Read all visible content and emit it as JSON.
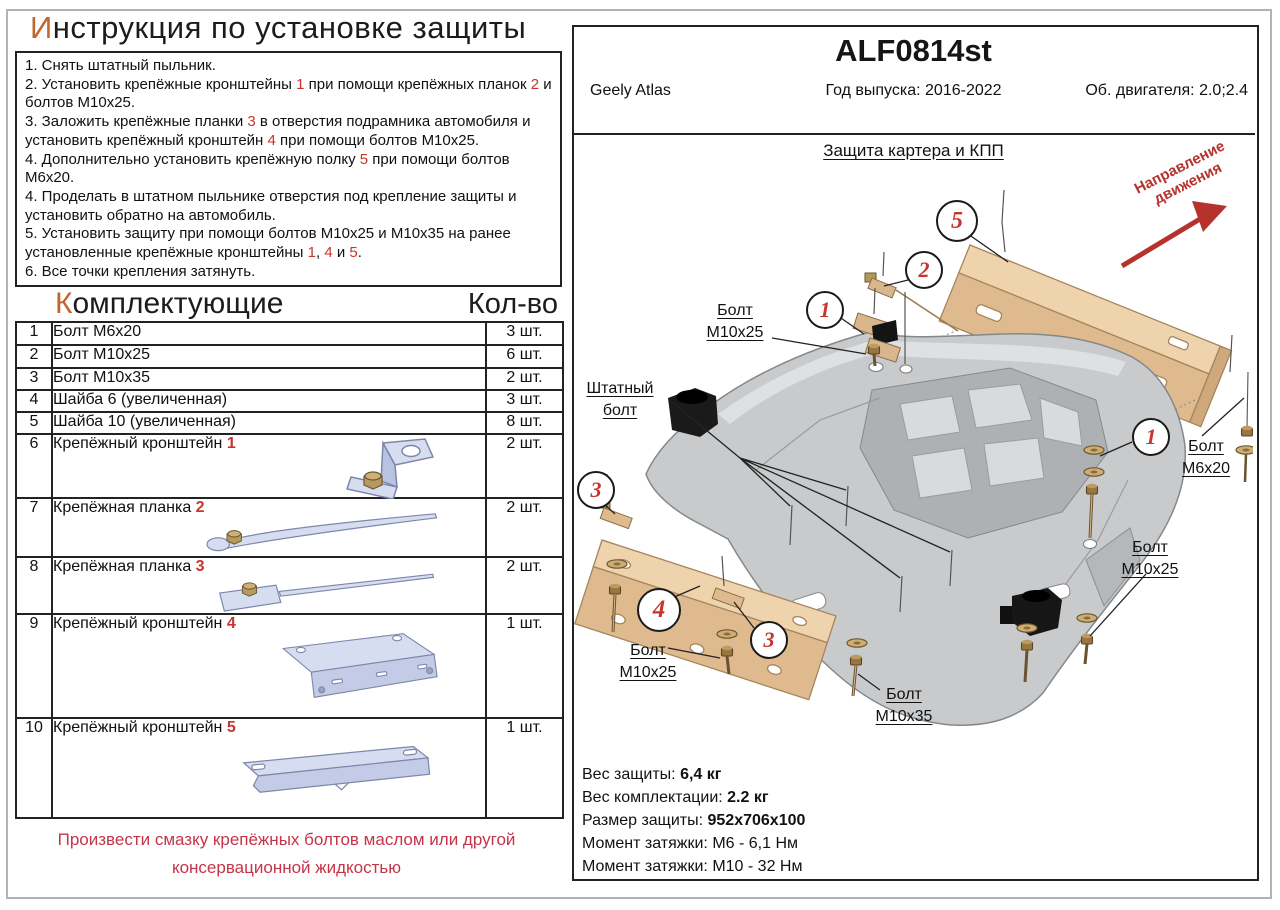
{
  "left": {
    "title": {
      "initial": "И",
      "rest": "нструкция по установке защиты"
    },
    "instructions": [
      [
        {
          "t": "1. Снять штатный пыльник."
        }
      ],
      [
        {
          "t": "2. Установить крепёжные кронштейны "
        },
        {
          "t": "1",
          "red": true
        },
        {
          "t": " при помощи крепёжных планок "
        },
        {
          "t": "2",
          "red": true
        },
        {
          "t": " и болтов М10х25."
        }
      ],
      [
        {
          "t": "3. Заложить крепёжные планки "
        },
        {
          "t": "3",
          "red": true
        },
        {
          "t": " в отверстия подрамника автомобиля и установить крепёжный кронштейн "
        },
        {
          "t": "4",
          "red": true
        },
        {
          "t": " при помощи болтов М10х25."
        }
      ],
      [
        {
          "t": "4. Дополнительно установить крепёжную полку "
        },
        {
          "t": "5",
          "red": true
        },
        {
          "t": " при помощи болтов М6х20."
        }
      ],
      [
        {
          "t": "4. Проделать в штатном пыльнике отверстия под крепление защиты и установить обратно на автомобиль."
        }
      ],
      [
        {
          "t": "5. Установить защиту при помощи болтов М10х25 и М10х35 на ранее установленные крепёжные кронштейны "
        },
        {
          "t": "1",
          "red": true
        },
        {
          "t": ", "
        },
        {
          "t": "4",
          "red": true
        },
        {
          "t": " и "
        },
        {
          "t": "5",
          "red": true
        },
        {
          "t": "."
        }
      ],
      [
        {
          "t": "6. Все точки крепления затянуть."
        }
      ]
    ],
    "parts_header": {
      "initial": "К",
      "rest": "омплектующие",
      "qty_label": "Кол-во"
    },
    "parts": [
      {
        "num": "1",
        "name": "Болт М6х20",
        "ref": "",
        "qty": "3 шт.",
        "image": ""
      },
      {
        "num": "2",
        "name": "Болт М10х25",
        "ref": "",
        "qty": "6 шт.",
        "image": ""
      },
      {
        "num": "3",
        "name": "Болт М10х35",
        "ref": "",
        "qty": "2 шт.",
        "image": ""
      },
      {
        "num": "4",
        "name": "Шайба 6 (увеличенная)",
        "ref": "",
        "qty": "3 шт.",
        "image": ""
      },
      {
        "num": "5",
        "name": "Шайба 10 (увеличенная)",
        "ref": "",
        "qty": "8 шт.",
        "image": ""
      },
      {
        "num": "6",
        "name": "Крепёжный кронштейн ",
        "ref": "1",
        "qty": "2 шт.",
        "image": "bracket-1"
      },
      {
        "num": "7",
        "name": "Крепёжная планка ",
        "ref": "2",
        "qty": "2 шт.",
        "image": "strap-2"
      },
      {
        "num": "8",
        "name": "Крепёжная планка ",
        "ref": "3",
        "qty": "2 шт.",
        "image": "strap-3"
      },
      {
        "num": "9",
        "name": "Крепёжный кронштейн ",
        "ref": "4",
        "qty": "1 шт.",
        "image": "bracket-4"
      },
      {
        "num": "10",
        "name": "Крепёжный кронштейн ",
        "ref": "5",
        "qty": "1 шт.",
        "image": "bracket-5"
      }
    ],
    "footer_note": "Произвести смазку крепёжных болтов маслом или другой консервационной жидкостью"
  },
  "right": {
    "header": {
      "code": "ALF0814st",
      "model": "Geely Atlas",
      "year_label": "Год выпуска: 2016-2022",
      "engine_label": "Об. двигателя: 2.0;2.4"
    },
    "diagram": {
      "title": "Защита картера и КПП",
      "direction_note": "Направление движения",
      "labels": {
        "bolt_top": [
          "Болт",
          "М10х25"
        ],
        "factory_bolt": [
          "Штатный",
          "болт"
        ],
        "bolt_m6": [
          "Болт",
          "М6х20"
        ],
        "bolt_right": [
          "Болт",
          "М10х25"
        ],
        "bolt_bottom_left": [
          "Болт",
          "М10х25"
        ],
        "bolt_m10x35": [
          "Болт",
          "М10х35"
        ]
      },
      "callouts": [
        "5",
        "2",
        "1",
        "1",
        "3",
        "4",
        "3"
      ]
    },
    "specs": [
      {
        "label": "Вес защиты: ",
        "value": "6,4 кг",
        "bold": true
      },
      {
        "label": "Вес комплектации: ",
        "value": "2.2 кг",
        "bold": true
      },
      {
        "label": "Размер защиты: ",
        "value": "952х706х100",
        "bold": true
      },
      {
        "label": "Момент затяжки: ",
        "value": "М6 - 6,1 Нм",
        "bold": false
      },
      {
        "label": "Момент затяжки: ",
        "value": "М10 - 32 Нм",
        "bold": false
      }
    ]
  }
}
